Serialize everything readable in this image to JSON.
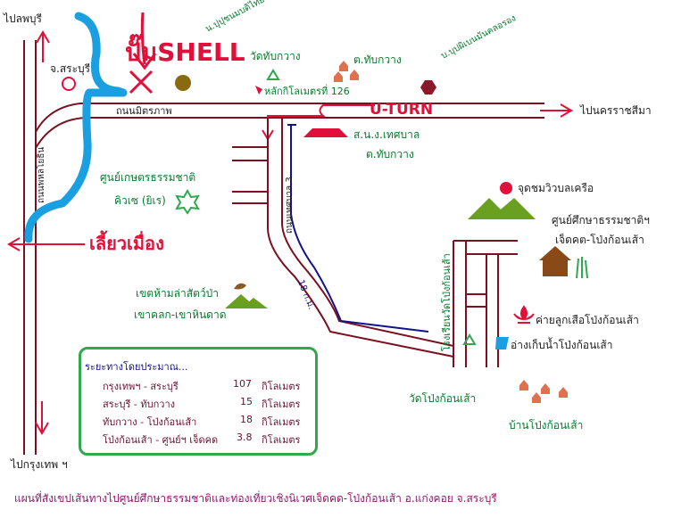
{
  "labels": {
    "to_lopburi": "ไปลพบุรี",
    "saraburi": "จ.สระบุรี",
    "shell_scribble": "ปั๊มSHELL",
    "mittraphap_road": "ถนนมิตรภาพ",
    "to_korat": "ไปนครราชสีมา",
    "uturn": "U-TURN",
    "km126": "หลักกิโลเมตรที่ 126",
    "wat_thap_kwang": "วัดทับกวาง",
    "tambon_thap_kwang_top": "ต.ทับกวาง",
    "top_small": "น.ปุปุชนมบดิไทย",
    "top_right_small": "บ.บุปผิเบนมันคลอรอง",
    "municipal": "ส.น.ง.เทศบาล",
    "tambon_thap_kwang_mid": "ต.ทับกวาง",
    "center_name": "ศูนย์เกษตรธรรมชาติ",
    "center_name2": "คิวเซ (ยิเร)",
    "phahon_road": "ถนนพหลโยธิน",
    "turn_left": "เลี้ยวเมื่อง",
    "road_thesaban3": "ถนนเทศบาล 3",
    "road_18km": "18 ก.ม.",
    "viewpoint": "จุดชมวิวบลเครือ",
    "jet_kot_1": "ศูนย์ศึกษาธรรมชาติฯ",
    "jet_kot_2": "เจ็ดคต-โป่งก้อนเส้า",
    "wildlife_1": "เขตห้ามล่าสัตว์ป่า",
    "wildlife_2": "เขาคลก-เขาหินดาด",
    "school_vertical": "โรงเรียนวัดโป่งก้อนเส้า",
    "scout_camp": "ค่ายลูกเสือโป่งก้อนเส้า",
    "reservoir": "อ่างเก็บน้ำโป่งก้อนเส้า",
    "wat_pong": "วัดโป่งก้อนเส้า",
    "ban_pong": "บ้านโป่งก้อนเส้า",
    "to_bangkok": "ไปกรุงเทพ ฯ",
    "footer": "แผนที่สังเขปเส้นทางไปศูนย์ศึกษาธรรมชาติและท่องเที่ยวเชิงนิเวศเจ็ดคด-โป่งก้อนเส้า อ.แก่งคอย จ.สระบุรี"
  },
  "distances": {
    "title": "ระยะทางโดยประมาณ...",
    "rows": [
      {
        "route": "กรุงเทพฯ - สระบุรี",
        "km": "107",
        "unit": "กิโลเมตร"
      },
      {
        "route": "สระบุรี - ทับกวาง",
        "km": "15",
        "unit": "กิโลเมตร"
      },
      {
        "route": "ทับกวาง - โป่งก้อนเส้า",
        "km": "18",
        "unit": "กิโลเมตร"
      },
      {
        "route": "โป่งก้อนเส้า - ศูนย์ฯ เจ็ดคด",
        "km": "3.8",
        "unit": "กิโลเมตร"
      }
    ]
  },
  "colors": {
    "road": "#7a1020",
    "route_blue": "#1aa0e0",
    "arrow_red": "#e0103a",
    "green": "#2fa84f"
  }
}
